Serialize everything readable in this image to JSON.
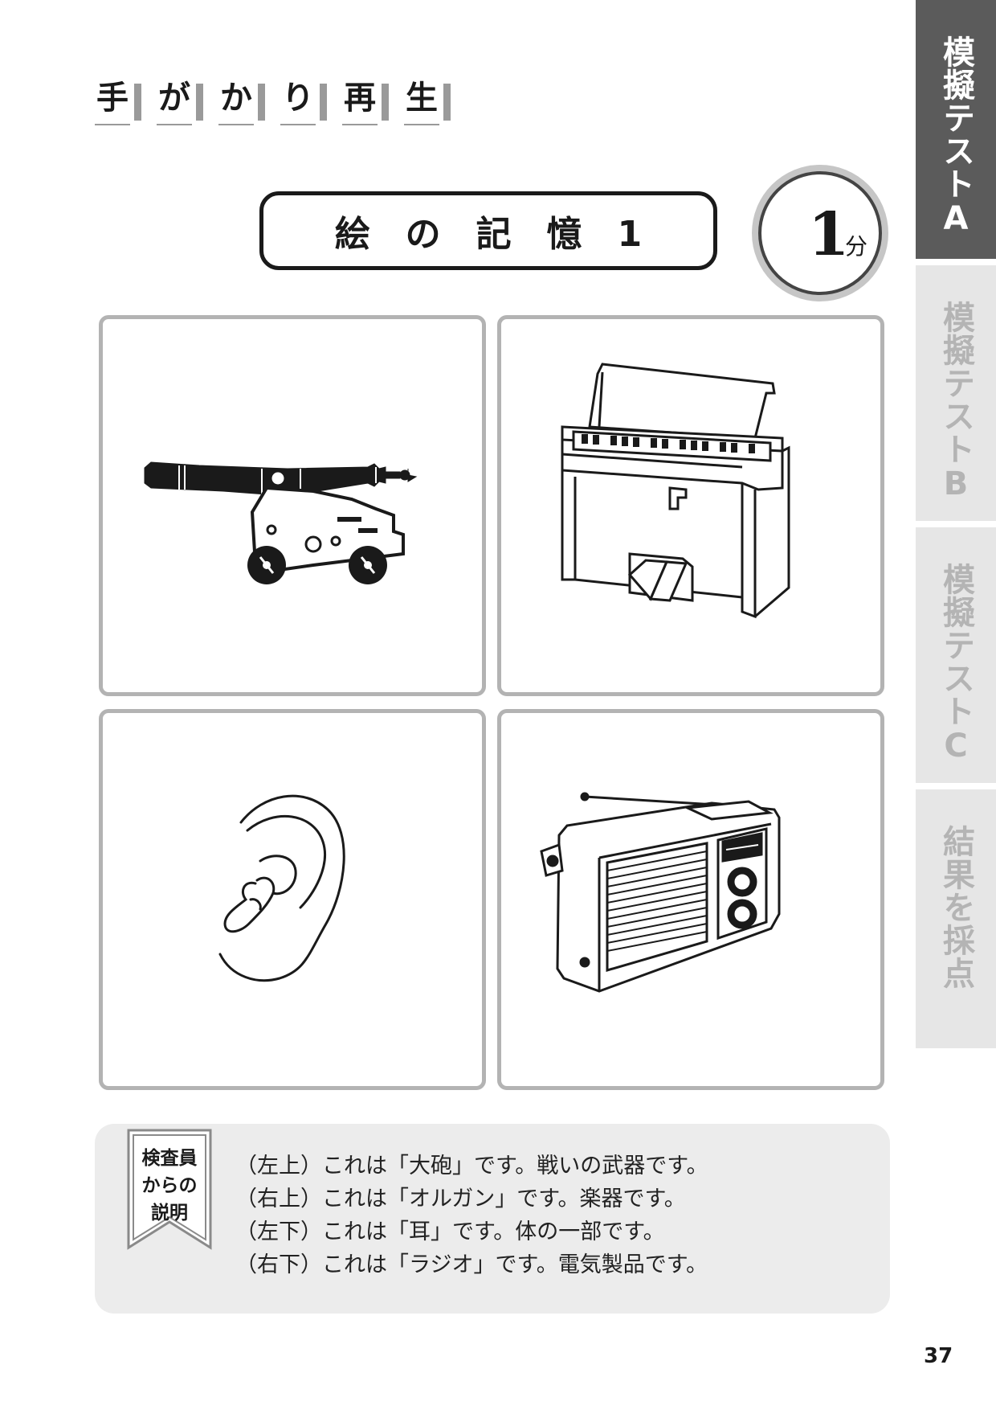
{
  "heading": {
    "chars": [
      "手",
      "が",
      "か",
      "り",
      "再",
      "生"
    ]
  },
  "title": "絵の記憶1",
  "timer": {
    "number": "1",
    "unit": "分"
  },
  "tabs": [
    {
      "label": "模擬テストA",
      "active": true
    },
    {
      "label": "模擬テストB",
      "active": false
    },
    {
      "label": "模擬テストC",
      "active": false
    },
    {
      "label": "結果を採点",
      "active": false
    }
  ],
  "pictures": [
    {
      "position": "top-left",
      "icon": "cannon-icon"
    },
    {
      "position": "top-right",
      "icon": "organ-icon"
    },
    {
      "position": "bottom-left",
      "icon": "ear-icon"
    },
    {
      "position": "bottom-right",
      "icon": "radio-icon"
    }
  ],
  "explanation": {
    "badge_lines": [
      "検査員",
      "からの",
      "説明"
    ],
    "lines": [
      "（左上）これは「大砲」です。戦いの武器です。",
      "（右上）これは「オルガン」です。楽器です。",
      "（左下）これは「耳」です。体の一部です。",
      "（右下）これは「ラジオ」です。電気製品です。"
    ]
  },
  "page_number": "37",
  "colors": {
    "tab_active": "#5b5b5b",
    "tab_inactive": "#e6e6e6",
    "panel_border": "#b3b3b3",
    "explain_bg": "#ececec"
  }
}
